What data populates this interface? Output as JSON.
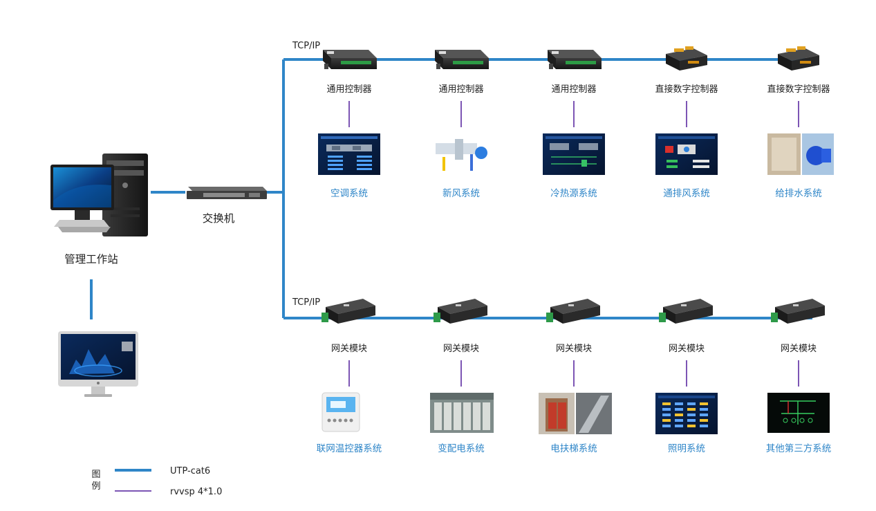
{
  "colors": {
    "utp": "#2f86c8",
    "rvvsp": "#7c55b4",
    "label": "#222222",
    "system_label": "#2f86c8"
  },
  "workstation": {
    "label": "管理工作站"
  },
  "switch": {
    "label": "交换机"
  },
  "buses": [
    {
      "protocol": "TCP/IP",
      "nodes": [
        {
          "device": "通用控制器",
          "device_icon": "controller-icon",
          "system": "空调系统",
          "screen_icon": "hvac-screen-icon"
        },
        {
          "device": "通用控制器",
          "device_icon": "controller-icon",
          "system": "新风系统",
          "screen_icon": "fresh-air-screen-icon"
        },
        {
          "device": "通用控制器",
          "device_icon": "controller-icon",
          "system": "冷热源系统",
          "screen_icon": "chiller-screen-icon"
        },
        {
          "device": "直接数字控制器",
          "device_icon": "ddc-icon",
          "system": "通排风系统",
          "screen_icon": "ventilation-screen-icon"
        },
        {
          "device": "直接数字控制器",
          "device_icon": "ddc-icon",
          "system": "给排水系统",
          "screen_icon": "water-system-photo-icon"
        }
      ]
    },
    {
      "protocol": "TCP/IP",
      "nodes": [
        {
          "device": "网关模块",
          "device_icon": "gateway-icon",
          "system": "联网温控器系统",
          "screen_icon": "thermostat-icon"
        },
        {
          "device": "网关模块",
          "device_icon": "gateway-icon",
          "system": "变配电系统",
          "screen_icon": "switchgear-photo-icon"
        },
        {
          "device": "网关模块",
          "device_icon": "gateway-icon",
          "system": "电扶梯系统",
          "screen_icon": "elevator-photo-icon"
        },
        {
          "device": "网关模块",
          "device_icon": "gateway-icon",
          "system": "照明系统",
          "screen_icon": "lighting-screen-icon"
        },
        {
          "device": "网关模块",
          "device_icon": "gateway-icon",
          "system": "其他第三方系统",
          "screen_icon": "third-party-screen-icon"
        }
      ]
    }
  ],
  "legend": {
    "title": "图例",
    "items": [
      {
        "label": "UTP-cat6",
        "line": "utp"
      },
      {
        "label": "rvvsp 4*1.0",
        "line": "rvvsp"
      }
    ]
  }
}
